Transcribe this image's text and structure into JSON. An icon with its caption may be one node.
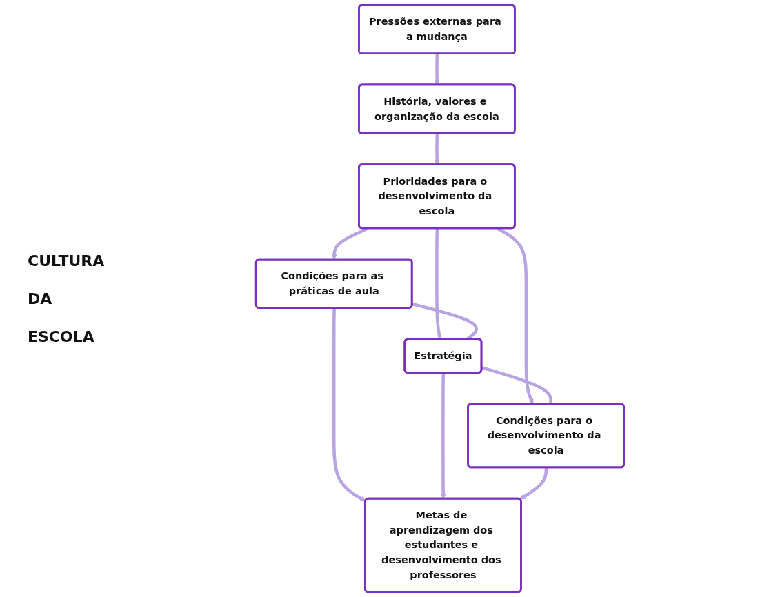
{
  "diagram": {
    "nodes": [
      {
        "text": [
          "Pressões externas para a mudança"
        ]
      },
      {
        "text": [
          "História, valores e organização da escola"
        ]
      },
      {
        "text": [
          "Prioridades para o desenvolvimento da escola"
        ]
      },
      {
        "text": [
          "Condições para as práticas de aula"
        ]
      },
      {
        "text": [
          "Estratégia"
        ]
      },
      {
        "text": [
          "Condições para o desenvolvimento da escola"
        ]
      },
      {
        "text": [
          "Metas de aprendizagem dos estudantes e desenvolvimento dos professores"
        ]
      }
    ],
    "edges": [
      {
        "from": 0,
        "to": 1,
        "arrow": "to"
      },
      {
        "from": 1,
        "to": 2,
        "arrow": "to"
      },
      {
        "from": 2,
        "to": 3,
        "arrow": "to"
      },
      {
        "from": 2,
        "to": 4,
        "arrow": "none"
      },
      {
        "from": 2,
        "to": 5,
        "arrow": "to"
      },
      {
        "from": 3,
        "to": 4,
        "arrow": "none"
      },
      {
        "from": 4,
        "to": 5,
        "arrow": "none"
      },
      {
        "from": 3,
        "to": 6,
        "arrow": "to"
      },
      {
        "from": 4,
        "to": 6,
        "arrow": "to"
      },
      {
        "from": 5,
        "to": 6,
        "arrow": "to"
      }
    ],
    "labels": [
      "CULTURA",
      "DA",
      "ESCOLA"
    ]
  }
}
